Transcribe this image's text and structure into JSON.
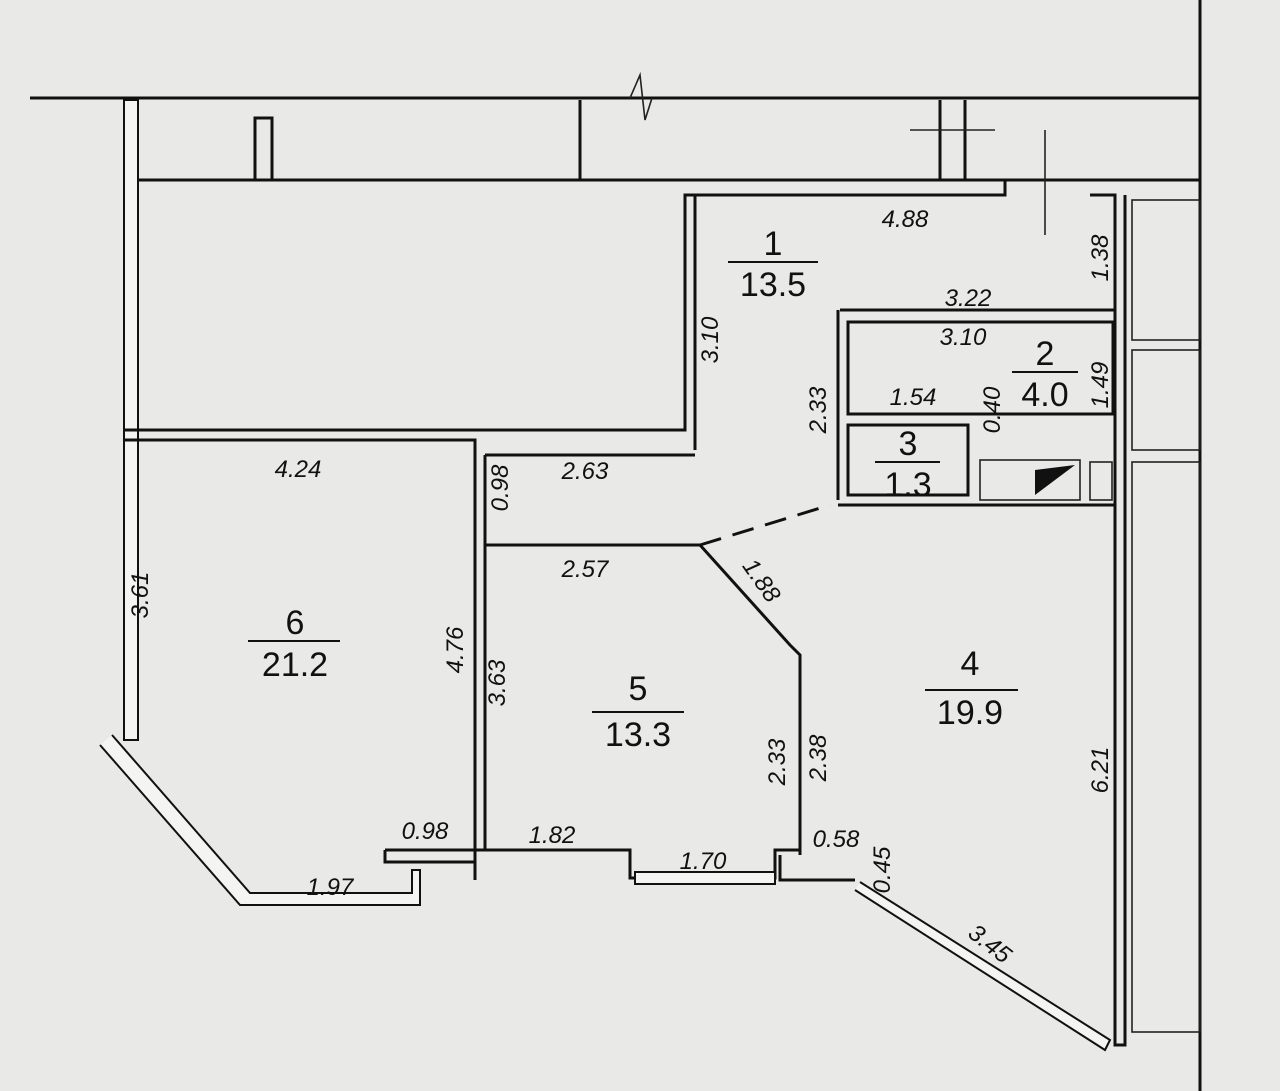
{
  "rooms": [
    {
      "number": "1",
      "area": "13.5"
    },
    {
      "number": "2",
      "area": "4.0"
    },
    {
      "number": "3",
      "area": "1.3"
    },
    {
      "number": "4",
      "area": "19.9"
    },
    {
      "number": "5",
      "area": "13.3"
    },
    {
      "number": "6",
      "area": "21.2"
    }
  ],
  "dimensions": {
    "r1_top": "4.88",
    "r1_right": "1.38",
    "r1_left": "3.10",
    "r2_top_outer": "3.22",
    "r2_top_inner": "3.10",
    "r2_right": "1.49",
    "r2_bottom": "1.54",
    "r2_step": "0.40",
    "corridor_left": "2.33",
    "corridor_bottom": "2.63",
    "r6_top": "4.24",
    "r6_left": "3.61",
    "r6_right": "4.76",
    "r6_bottom": "0.98",
    "r6_window": "1.97",
    "passage": "0.98",
    "r5_top": "2.57",
    "r5_diag": "1.88",
    "r5_left": "3.63",
    "r5_right": "2.33",
    "r5_bottom": "1.82",
    "r5_window": "1.70",
    "r4_wall": "2.38",
    "r4_right": "6.21",
    "r4_step": "0.58",
    "r4_step_v": "0.45",
    "r4_window": "3.45"
  }
}
